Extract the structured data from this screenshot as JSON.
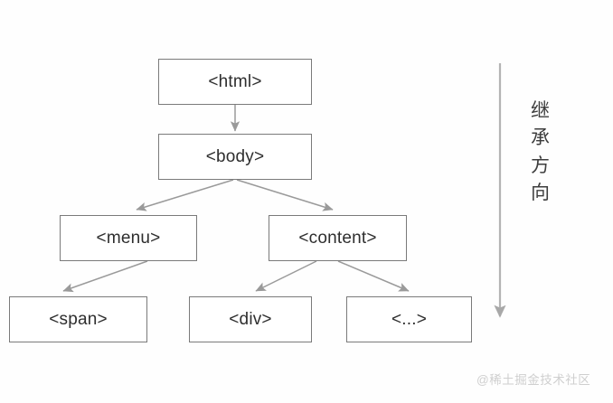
{
  "diagram": {
    "title": "CSS inheritance DOM tree",
    "background_color": "#fefefe",
    "node_border_color": "#7a7a7a",
    "node_text_color": "#2e2e2e",
    "edge_color": "#9a9a9a",
    "axis_arrow_color": "#a8a8a8",
    "nodes": [
      {
        "id": "html",
        "label": "<html>"
      },
      {
        "id": "body",
        "label": "<body>"
      },
      {
        "id": "menu",
        "label": "<menu>"
      },
      {
        "id": "content",
        "label": "<content>"
      },
      {
        "id": "span",
        "label": "<span>"
      },
      {
        "id": "div",
        "label": "<div>"
      },
      {
        "id": "etc",
        "label": "<...>"
      }
    ],
    "edges": [
      {
        "from": "html",
        "to": "body"
      },
      {
        "from": "body",
        "to": "menu"
      },
      {
        "from": "body",
        "to": "content"
      },
      {
        "from": "menu",
        "to": "span"
      },
      {
        "from": "content",
        "to": "div"
      },
      {
        "from": "content",
        "to": "etc"
      }
    ]
  },
  "annotation": {
    "direction_label": "继承方向",
    "direction_chars": [
      "继",
      "承",
      "方",
      "向"
    ]
  },
  "watermark": {
    "text": "@稀土掘金技术社区"
  }
}
